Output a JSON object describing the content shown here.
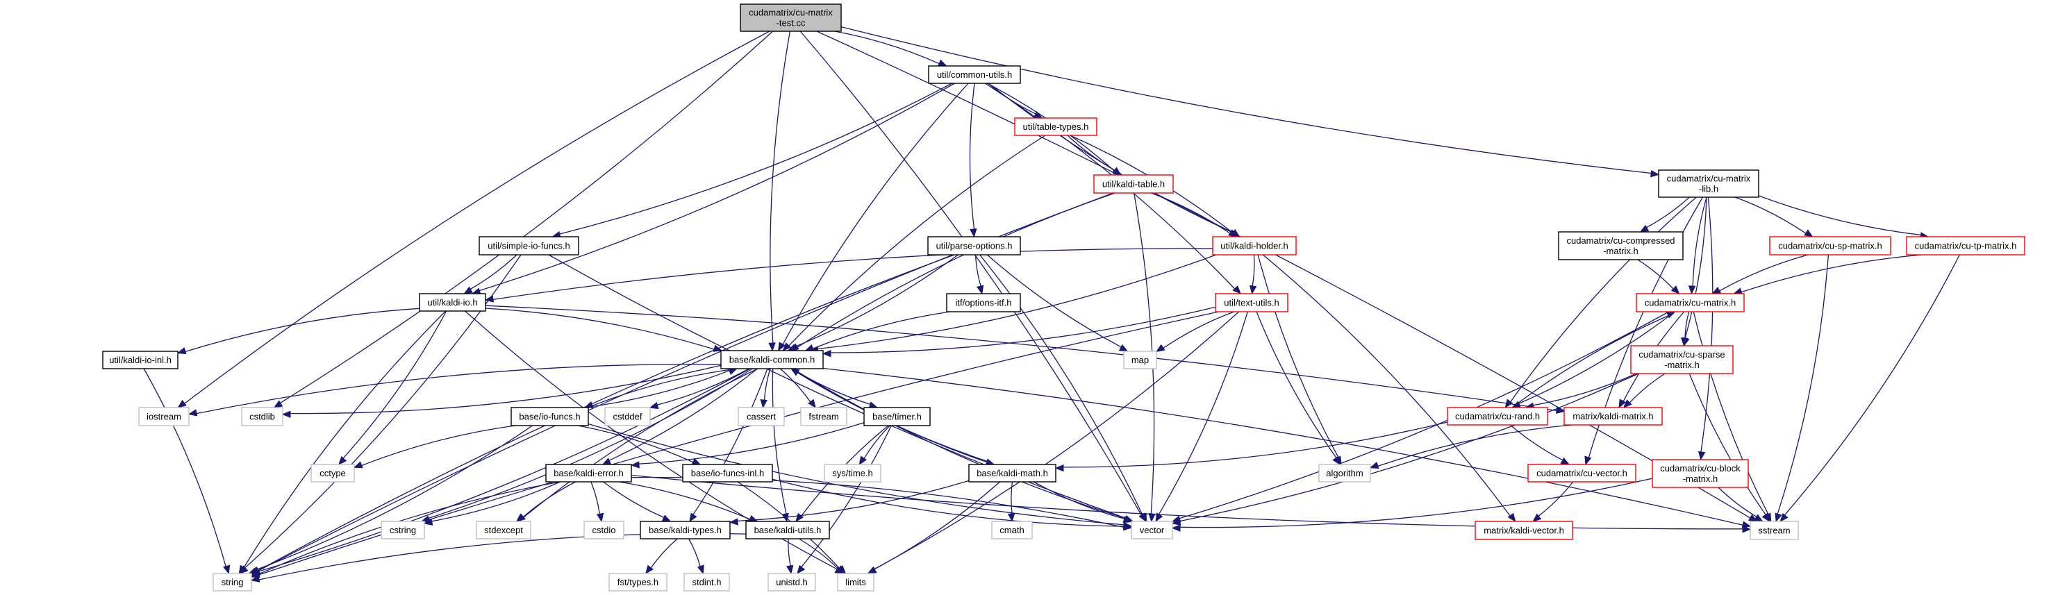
{
  "title": "cudamatrix/cu-matrix-test.cc include dependency graph",
  "colors": {
    "edge": "#191970",
    "root_fill": "#bfbfbf",
    "documented_border": "#000000",
    "truncated_border": "#ff0000",
    "external_border": "#bfbfbf"
  },
  "nodes": [
    {
      "id": "root",
      "lines": [
        "cudamatrix/cu-matrix",
        "-test.cc"
      ],
      "kind": "root"
    },
    {
      "id": "common_utils",
      "lines": [
        "util/common-utils.h"
      ],
      "kind": "documented"
    },
    {
      "id": "table_types",
      "lines": [
        "util/table-types.h"
      ],
      "kind": "truncated"
    },
    {
      "id": "kaldi_table",
      "lines": [
        "util/kaldi-table.h"
      ],
      "kind": "truncated"
    },
    {
      "id": "simple_io_funcs",
      "lines": [
        "util/simple-io-funcs.h"
      ],
      "kind": "documented"
    },
    {
      "id": "parse_options",
      "lines": [
        "util/parse-options.h"
      ],
      "kind": "documented"
    },
    {
      "id": "kaldi_holder",
      "lines": [
        "util/kaldi-holder.h"
      ],
      "kind": "truncated"
    },
    {
      "id": "kaldi_io",
      "lines": [
        "util/kaldi-io.h"
      ],
      "kind": "documented"
    },
    {
      "id": "options_itf",
      "lines": [
        "itf/options-itf.h"
      ],
      "kind": "documented"
    },
    {
      "id": "text_utils",
      "lines": [
        "util/text-utils.h"
      ],
      "kind": "truncated"
    },
    {
      "id": "kaldi_io_inl",
      "lines": [
        "util/kaldi-io-inl.h"
      ],
      "kind": "documented"
    },
    {
      "id": "kaldi_common",
      "lines": [
        "base/kaldi-common.h"
      ],
      "kind": "documented"
    },
    {
      "id": "map",
      "lines": [
        "map"
      ],
      "kind": "external"
    },
    {
      "id": "iostream",
      "lines": [
        "iostream"
      ],
      "kind": "external"
    },
    {
      "id": "cstdlib",
      "lines": [
        "cstdlib"
      ],
      "kind": "external"
    },
    {
      "id": "io_funcs",
      "lines": [
        "base/io-funcs.h"
      ],
      "kind": "documented"
    },
    {
      "id": "cstddef",
      "lines": [
        "cstddef"
      ],
      "kind": "external"
    },
    {
      "id": "cassert",
      "lines": [
        "cassert"
      ],
      "kind": "external"
    },
    {
      "id": "fstream",
      "lines": [
        "fstream"
      ],
      "kind": "external"
    },
    {
      "id": "timer",
      "lines": [
        "base/timer.h"
      ],
      "kind": "documented"
    },
    {
      "id": "cctype",
      "lines": [
        "cctype"
      ],
      "kind": "external"
    },
    {
      "id": "kaldi_error",
      "lines": [
        "base/kaldi-error.h"
      ],
      "kind": "documented"
    },
    {
      "id": "io_funcs_inl",
      "lines": [
        "base/io-funcs-inl.h"
      ],
      "kind": "documented"
    },
    {
      "id": "sys_time",
      "lines": [
        "sys/time.h"
      ],
      "kind": "external"
    },
    {
      "id": "kaldi_math",
      "lines": [
        "base/kaldi-math.h"
      ],
      "kind": "documented"
    },
    {
      "id": "algorithm",
      "lines": [
        "algorithm"
      ],
      "kind": "external"
    },
    {
      "id": "cstring",
      "lines": [
        "cstring"
      ],
      "kind": "external"
    },
    {
      "id": "stdexcept",
      "lines": [
        "stdexcept"
      ],
      "kind": "external"
    },
    {
      "id": "cstdio",
      "lines": [
        "cstdio"
      ],
      "kind": "external"
    },
    {
      "id": "kaldi_types",
      "lines": [
        "base/kaldi-types.h"
      ],
      "kind": "documented"
    },
    {
      "id": "kaldi_utils",
      "lines": [
        "base/kaldi-utils.h"
      ],
      "kind": "documented"
    },
    {
      "id": "cmath",
      "lines": [
        "cmath"
      ],
      "kind": "external"
    },
    {
      "id": "vector",
      "lines": [
        "vector"
      ],
      "kind": "external"
    },
    {
      "id": "string",
      "lines": [
        "string"
      ],
      "kind": "external"
    },
    {
      "id": "fst_types",
      "lines": [
        "fst/types.h"
      ],
      "kind": "external"
    },
    {
      "id": "stdint",
      "lines": [
        "stdint.h"
      ],
      "kind": "external"
    },
    {
      "id": "unistd",
      "lines": [
        "unistd.h"
      ],
      "kind": "external"
    },
    {
      "id": "limits",
      "lines": [
        "limits"
      ],
      "kind": "external"
    },
    {
      "id": "cu_matrix_lib",
      "lines": [
        "cudamatrix/cu-matrix",
        "-lib.h"
      ],
      "kind": "documented"
    },
    {
      "id": "cu_compressed",
      "lines": [
        "cudamatrix/cu-compressed",
        "-matrix.h"
      ],
      "kind": "documented"
    },
    {
      "id": "cu_sp_matrix",
      "lines": [
        "cudamatrix/cu-sp-matrix.h"
      ],
      "kind": "truncated"
    },
    {
      "id": "cu_tp_matrix",
      "lines": [
        "cudamatrix/cu-tp-matrix.h"
      ],
      "kind": "truncated"
    },
    {
      "id": "cu_matrix",
      "lines": [
        "cudamatrix/cu-matrix.h"
      ],
      "kind": "truncated"
    },
    {
      "id": "cu_sparse",
      "lines": [
        "cudamatrix/cu-sparse",
        "-matrix.h"
      ],
      "kind": "truncated"
    },
    {
      "id": "cu_rand",
      "lines": [
        "cudamatrix/cu-rand.h"
      ],
      "kind": "truncated"
    },
    {
      "id": "kaldi_matrix",
      "lines": [
        "matrix/kaldi-matrix.h"
      ],
      "kind": "truncated"
    },
    {
      "id": "cu_vector",
      "lines": [
        "cudamatrix/cu-vector.h"
      ],
      "kind": "truncated"
    },
    {
      "id": "cu_block",
      "lines": [
        "cudamatrix/cu-block",
        "-matrix.h"
      ],
      "kind": "truncated"
    },
    {
      "id": "kaldi_vector",
      "lines": [
        "matrix/kaldi-vector.h"
      ],
      "kind": "truncated"
    },
    {
      "id": "sstream",
      "lines": [
        "sstream"
      ],
      "kind": "external"
    }
  ],
  "edges": [
    [
      "root",
      "common_utils"
    ],
    [
      "root",
      "iostream"
    ],
    [
      "root",
      "cstdlib"
    ],
    [
      "root",
      "kaldi_common"
    ],
    [
      "root",
      "vector"
    ],
    [
      "root",
      "cu_matrix_lib"
    ],
    [
      "root",
      "sstream"
    ],
    [
      "common_utils",
      "table_types"
    ],
    [
      "common_utils",
      "kaldi_table"
    ],
    [
      "common_utils",
      "kaldi_holder"
    ],
    [
      "common_utils",
      "simple_io_funcs"
    ],
    [
      "common_utils",
      "parse_options"
    ],
    [
      "common_utils",
      "kaldi_io"
    ],
    [
      "common_utils",
      "kaldi_common"
    ],
    [
      "common_utils",
      "text_utils"
    ],
    [
      "table_types",
      "kaldi_table"
    ],
    [
      "table_types",
      "kaldi_holder"
    ],
    [
      "table_types",
      "kaldi_common"
    ],
    [
      "kaldi_table",
      "kaldi_holder"
    ],
    [
      "kaldi_table",
      "kaldi_common"
    ],
    [
      "kaldi_table",
      "vector"
    ],
    [
      "kaldi_table",
      "string"
    ],
    [
      "simple_io_funcs",
      "kaldi_io"
    ],
    [
      "simple_io_funcs",
      "vector"
    ],
    [
      "simple_io_funcs",
      "string"
    ],
    [
      "parse_options",
      "options_itf"
    ],
    [
      "parse_options",
      "kaldi_common"
    ],
    [
      "parse_options",
      "map"
    ],
    [
      "parse_options",
      "vector"
    ],
    [
      "parse_options",
      "string"
    ],
    [
      "kaldi_holder",
      "text_utils"
    ],
    [
      "kaldi_holder",
      "kaldi_io"
    ],
    [
      "kaldi_holder",
      "kaldi_common"
    ],
    [
      "kaldi_holder",
      "algorithm"
    ],
    [
      "kaldi_holder",
      "kaldi_vector"
    ],
    [
      "kaldi_io",
      "kaldi_io_inl"
    ],
    [
      "kaldi_io",
      "kaldi_common"
    ],
    [
      "kaldi_io",
      "string"
    ],
    [
      "kaldi_io",
      "cctype"
    ],
    [
      "kaldi_io",
      "limits"
    ],
    [
      "kaldi_io",
      "kaldi_matrix"
    ],
    [
      "options_itf",
      "kaldi_common"
    ],
    [
      "text_utils",
      "kaldi_common"
    ],
    [
      "text_utils",
      "map"
    ],
    [
      "text_utils",
      "vector"
    ],
    [
      "text_utils",
      "algorithm"
    ],
    [
      "text_utils",
      "limits"
    ],
    [
      "text_utils",
      "string"
    ],
    [
      "kaldi_io_inl",
      "string"
    ],
    [
      "kaldi_common",
      "iostream"
    ],
    [
      "kaldi_common",
      "cstdlib"
    ],
    [
      "kaldi_common",
      "io_funcs"
    ],
    [
      "kaldi_common",
      "cstddef"
    ],
    [
      "kaldi_common",
      "cassert"
    ],
    [
      "kaldi_common",
      "fstream"
    ],
    [
      "kaldi_common",
      "timer"
    ],
    [
      "kaldi_common",
      "kaldi_error"
    ],
    [
      "kaldi_common",
      "kaldi_math"
    ],
    [
      "kaldi_common",
      "kaldi_types"
    ],
    [
      "kaldi_common",
      "kaldi_utils"
    ],
    [
      "kaldi_common",
      "cstring"
    ],
    [
      "kaldi_common",
      "stdexcept"
    ],
    [
      "kaldi_common",
      "string"
    ],
    [
      "kaldi_common",
      "vector"
    ],
    [
      "kaldi_common",
      "sstream"
    ],
    [
      "io_funcs",
      "kaldi_common"
    ],
    [
      "io_funcs",
      "io_funcs_inl"
    ],
    [
      "io_funcs",
      "cctype"
    ],
    [
      "io_funcs",
      "string"
    ],
    [
      "io_funcs",
      "vector"
    ],
    [
      "timer",
      "kaldi_error"
    ],
    [
      "timer",
      "sys_time"
    ],
    [
      "timer",
      "unistd"
    ],
    [
      "timer",
      "kaldi_utils"
    ],
    [
      "kaldi_error",
      "cstring"
    ],
    [
      "kaldi_error",
      "stdexcept"
    ],
    [
      "kaldi_error",
      "cstdio"
    ],
    [
      "kaldi_error",
      "kaldi_types"
    ],
    [
      "kaldi_error",
      "kaldi_utils"
    ],
    [
      "kaldi_error",
      "string"
    ],
    [
      "kaldi_error",
      "vector"
    ],
    [
      "kaldi_error",
      "sstream"
    ],
    [
      "io_funcs_inl",
      "limits"
    ],
    [
      "io_funcs_inl",
      "vector"
    ],
    [
      "kaldi_math",
      "kaldi_common"
    ],
    [
      "kaldi_math",
      "cmath"
    ],
    [
      "kaldi_math",
      "limits"
    ],
    [
      "kaldi_math",
      "vector"
    ],
    [
      "kaldi_math",
      "kaldi_types"
    ],
    [
      "kaldi_types",
      "fst_types"
    ],
    [
      "kaldi_types",
      "stdint"
    ],
    [
      "kaldi_utils",
      "unistd"
    ],
    [
      "kaldi_utils",
      "limits"
    ],
    [
      "kaldi_utils",
      "string"
    ],
    [
      "cu_matrix_lib",
      "cu_compressed"
    ],
    [
      "cu_matrix_lib",
      "cu_matrix"
    ],
    [
      "cu_matrix_lib",
      "cu_sp_matrix"
    ],
    [
      "cu_matrix_lib",
      "cu_tp_matrix"
    ],
    [
      "cu_matrix_lib",
      "cu_sparse"
    ],
    [
      "cu_matrix_lib",
      "cu_rand"
    ],
    [
      "cu_matrix_lib",
      "cu_block"
    ],
    [
      "cu_matrix_lib",
      "cu_vector"
    ],
    [
      "cu_compressed",
      "cu_matrix"
    ],
    [
      "cu_sp_matrix",
      "cu_matrix"
    ],
    [
      "cu_sp_matrix",
      "sstream"
    ],
    [
      "cu_tp_matrix",
      "cu_matrix"
    ],
    [
      "cu_tp_matrix",
      "sstream"
    ],
    [
      "cu_matrix",
      "cu_sparse"
    ],
    [
      "cu_matrix",
      "cu_rand"
    ],
    [
      "cu_matrix",
      "kaldi_matrix"
    ],
    [
      "cu_matrix",
      "vector"
    ],
    [
      "cu_matrix",
      "sstream"
    ],
    [
      "cu_sparse",
      "cu_rand"
    ],
    [
      "cu_sparse",
      "kaldi_matrix"
    ],
    [
      "cu_sparse",
      "vector"
    ],
    [
      "cu_sparse",
      "sstream"
    ],
    [
      "cu_rand",
      "cu_matrix"
    ],
    [
      "cu_rand",
      "cu_vector"
    ],
    [
      "cu_rand",
      "kaldi_math"
    ],
    [
      "kaldi_matrix",
      "algorithm"
    ],
    [
      "cu_vector",
      "kaldi_vector"
    ],
    [
      "cu_block",
      "sstream"
    ],
    [
      "cu_block",
      "vector"
    ]
  ]
}
